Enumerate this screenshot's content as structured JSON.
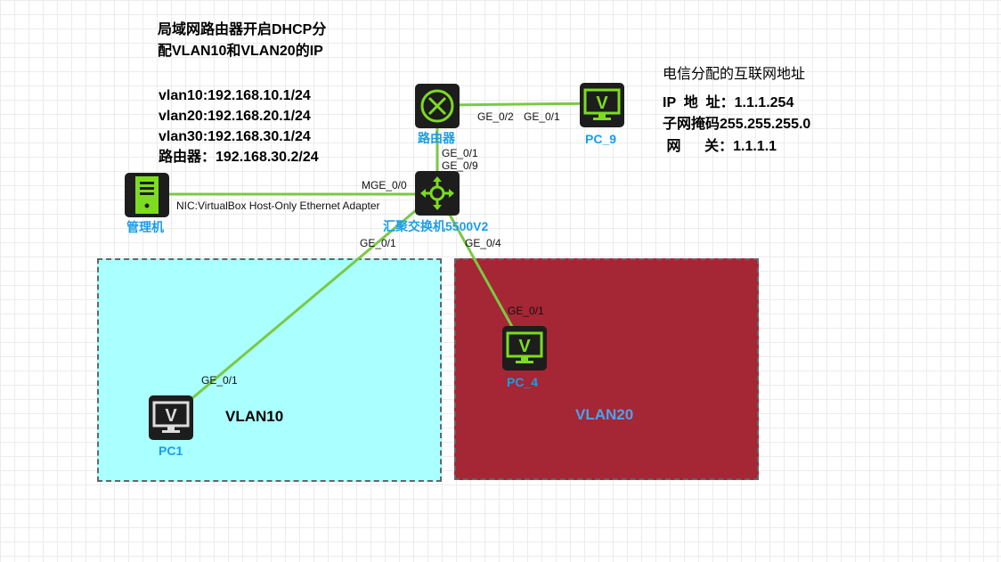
{
  "notes": {
    "dhcp_line1": "局域网路由器开启DHCP分",
    "dhcp_line2": "配VLAN10和VLAN20的IP",
    "vlan10": "vlan10:192.168.10.1/24",
    "vlan20": "vlan20:192.168.20.1/24",
    "vlan30": "vlan30:192.168.30.1/24",
    "router": "路由器：192.168.30.2/24",
    "isp_title": "电信分配的互联网地址",
    "isp_ip": "IP  地  址：1.1.1.254",
    "isp_mask": "子网掩码255.255.255.0",
    "isp_gw": " 网      关：1.1.1.1"
  },
  "zones": {
    "vlan10": "VLAN10",
    "vlan20": "VLAN20"
  },
  "devices": {
    "router": "路由器",
    "switch": "汇聚交换机5500V2",
    "mgmt": "管理机",
    "pc9": "PC_9",
    "pc4": "PC_4",
    "pc1": "PC1"
  },
  "ports": {
    "router_pc9": "GE_0/2",
    "pc9_router": "GE_0/1",
    "router_switch": "GE_0/1",
    "switch_router": "GE_0/9",
    "mgmt_nic": "NIC:VirtualBox Host-Only Ethernet Adapter",
    "switch_mgmt": "MGE_0/0",
    "switch_pc1": "GE_0/1",
    "switch_pc4": "GE_0/4",
    "pc4_port": "GE_0/1",
    "pc1_port": "GE_0/1"
  },
  "colors": {
    "link": "#7ac943",
    "vlan10": "#aaffff",
    "vlan20": "#a52634",
    "label": "#1a9ee6"
  }
}
